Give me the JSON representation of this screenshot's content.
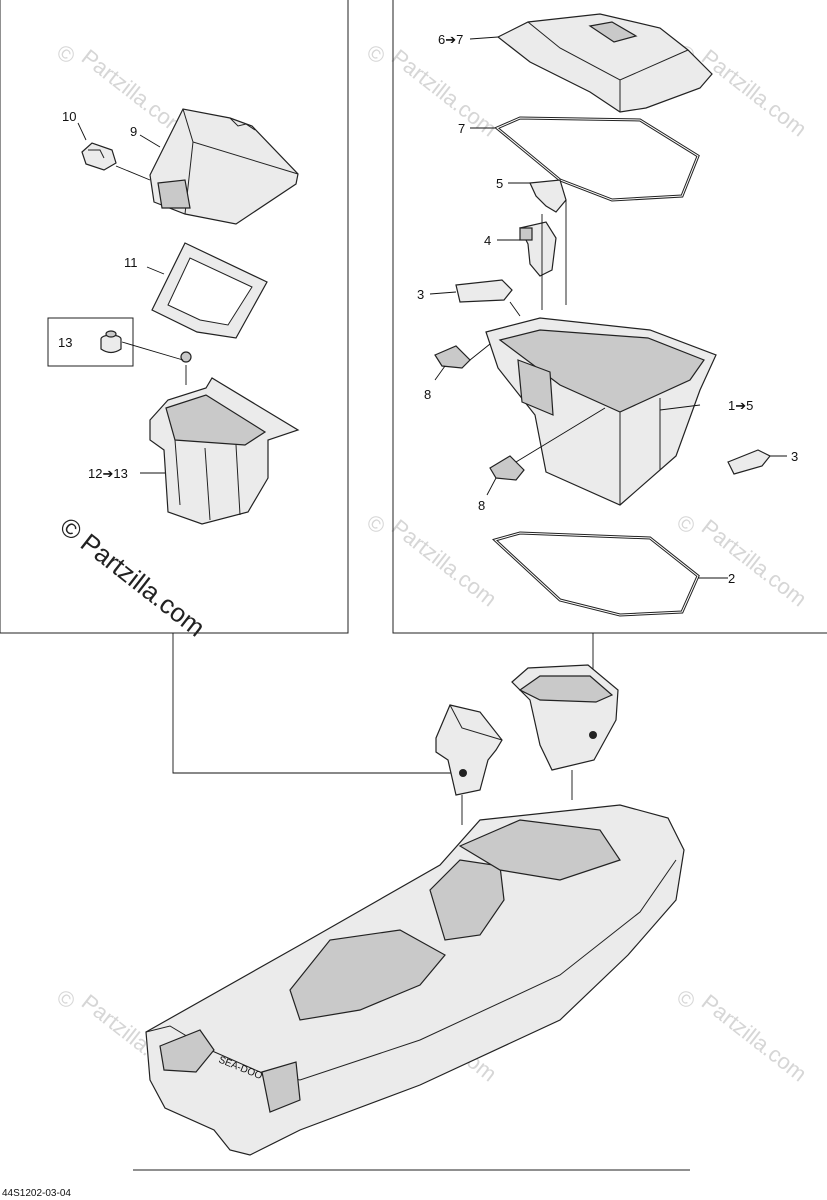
{
  "watermark": {
    "copyright_symbol": "©",
    "text": "Partzilla.com",
    "main_copyright": "© Partzilla.com"
  },
  "labels": {
    "p10": "10",
    "p9": "9",
    "p11": "11",
    "p13_box": "13",
    "p12_13": "12➔13",
    "p6_7": "6➔7",
    "p7": "7",
    "p5": "5",
    "p4": "4",
    "p3_left": "3",
    "p8_top": "8",
    "p1_5": "1➔5",
    "p3_right": "3",
    "p8_bottom": "8",
    "p2": "2"
  },
  "reference_code": "44S1202-03-04",
  "hull_badge_text": "SEA-DOO",
  "colors": {
    "part_fill": "#ebebeb",
    "part_shade": "#c9c9c9",
    "line": "#222222",
    "watermark": "#d6d6d6"
  }
}
